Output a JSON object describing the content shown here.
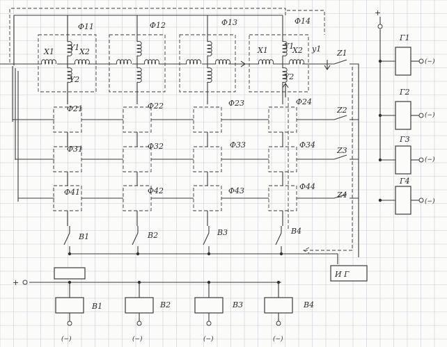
{
  "matrix": {
    "row1": [
      "Φ11",
      "Φ12",
      "Φ13",
      "Φ14"
    ],
    "row2": [
      "Φ21",
      "Φ22",
      "Φ23",
      "Φ24"
    ],
    "row3": [
      "Φ31",
      "Φ32",
      "Φ33",
      "Φ34"
    ],
    "row4": [
      "Φ41",
      "Φ42",
      "Φ43",
      "Φ44"
    ]
  },
  "windings": {
    "x1": "X1",
    "x2": "X2",
    "y1": "Y1",
    "y2": "Y2"
  },
  "current_label": "y1",
  "row_switches": [
    "Z1",
    "Z2",
    "Z3",
    "Z4"
  ],
  "column_switches": [
    "B1",
    "B2",
    "B3",
    "B4"
  ],
  "column_relays": [
    "B1",
    "B2",
    "B3",
    "B4"
  ],
  "row_relays": [
    "Γ1",
    "Γ2",
    "Γ3",
    "Γ4"
  ],
  "generator": "И Г",
  "plus": "+",
  "minus": "(−)"
}
